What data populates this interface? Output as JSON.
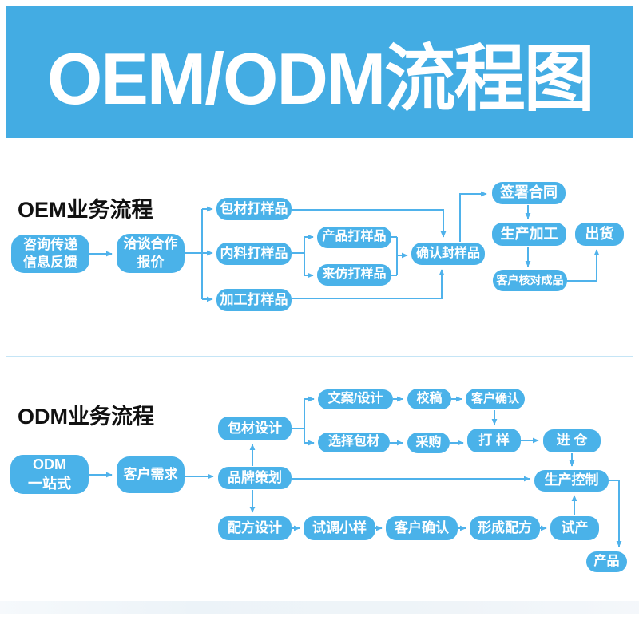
{
  "header": {
    "title": "OEM/ODM流程图"
  },
  "colors": {
    "header_bg": "#43ACE3",
    "box": "#4AB2E9",
    "arrow": "#4FB2EB",
    "divider": "#C5E5F6",
    "title_text": "#111111",
    "box_text": "#FFFFFF"
  },
  "oem": {
    "title": "OEM业务流程",
    "nodes": {
      "consult": "咨询传递\n信息反馈",
      "negotiate": "洽谈合作\n报价",
      "packaging_sample": "包材打样品",
      "material_sample": "内料打样品",
      "processing_sample": "加工打样品",
      "product_sample": "产品打样品",
      "imitation_sample": "来仿打样品",
      "confirm_sealed_sample": "确认封样品",
      "sign_contract": "签署合同",
      "production_processing": "生产加工",
      "customer_check_goods": "客户核对成品",
      "shipment": "出货"
    }
  },
  "odm": {
    "title": "ODM业务流程",
    "nodes": {
      "odm_one_stop": "ODM\n一站式",
      "customer_needs": "客户需求",
      "brand_planning": "品牌策划",
      "packaging_design": "包材设计",
      "formula_design": "配方设计",
      "copy_design": "文案/设计",
      "proofreading": "校稿",
      "customer_confirm_top": "客户确认",
      "select_packaging": "选择包材",
      "purchasing": "采购",
      "sampling": "打 样",
      "warehousing": "进 仓",
      "production_control": "生产控制",
      "trial_small_sample": "试调小样",
      "customer_confirm_bottom": "客户确认",
      "form_formula": "形成配方",
      "trial_production": "试产",
      "product": "产品"
    }
  }
}
